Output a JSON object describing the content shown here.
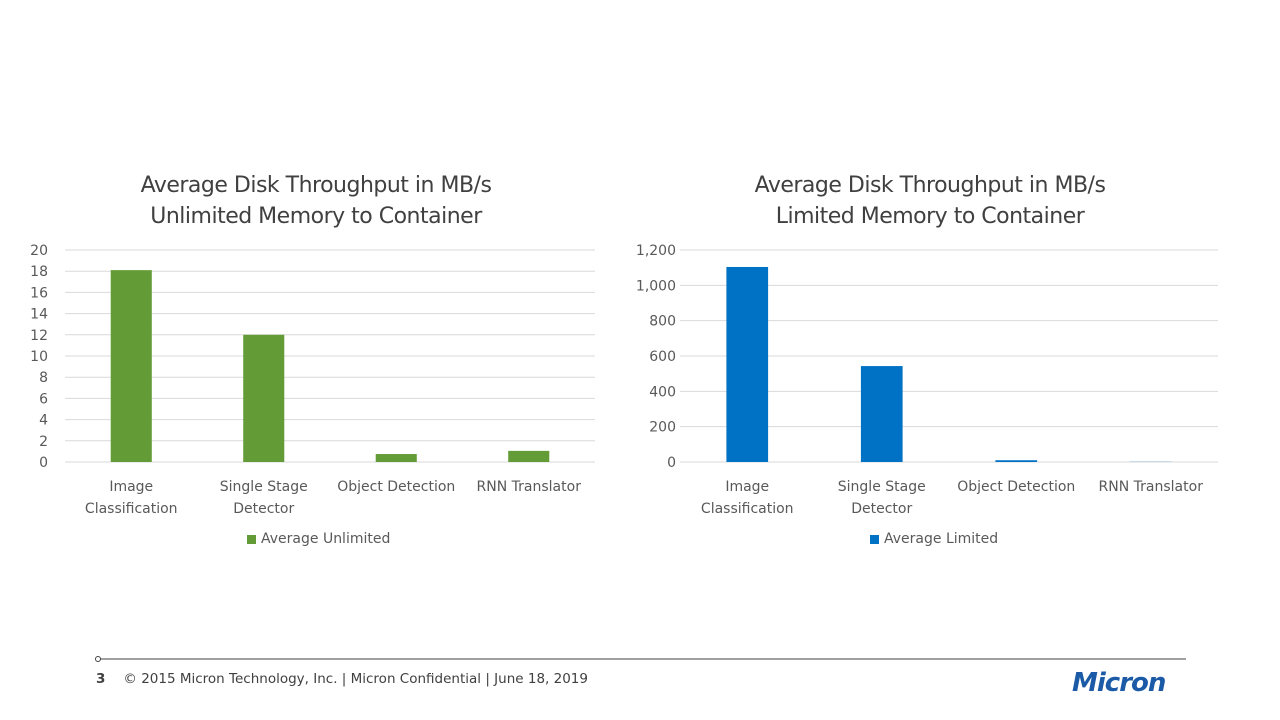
{
  "chart_data": [
    {
      "type": "bar",
      "title": "Average Disk Throughput in MB/s",
      "subtitle": "Unlimited Memory to Container",
      "categories": [
        "Image Classification",
        "Single Stage Detector",
        "Object Detection",
        "RNN Translator"
      ],
      "category_lines": [
        [
          "Image",
          "Classification"
        ],
        [
          "Single Stage",
          "Detector"
        ],
        [
          "Object Detection"
        ],
        [
          "RNN Translator"
        ]
      ],
      "series": [
        {
          "name": "Average Unlimited",
          "values": [
            18.1,
            12.0,
            0.75,
            1.05
          ]
        }
      ],
      "ylim": [
        0,
        20
      ],
      "yticks": [
        "0",
        "2",
        "4",
        "6",
        "8",
        "10",
        "12",
        "14",
        "16",
        "18",
        "20"
      ],
      "ytick_values": [
        0,
        2,
        4,
        6,
        8,
        10,
        12,
        14,
        16,
        18,
        20
      ],
      "grid": true,
      "legend": "bottom",
      "color": "#639C36"
    },
    {
      "type": "bar",
      "title": "Average Disk Throughput in MB/s",
      "subtitle": "Limited Memory to Container",
      "categories": [
        "Image Classification",
        "Single Stage Detector",
        "Object Detection",
        "RNN Translator"
      ],
      "category_lines": [
        [
          "Image",
          "Classification"
        ],
        [
          "Single Stage",
          "Detector"
        ],
        [
          "Object Detection"
        ],
        [
          "RNN Translator"
        ]
      ],
      "series": [
        {
          "name": "Average Limited",
          "values": [
            1104,
            543,
            10,
            1
          ]
        }
      ],
      "ylim": [
        0,
        1200
      ],
      "yticks": [
        "0",
        "200",
        "400",
        "600",
        "800",
        "1,000",
        "1,200"
      ],
      "ytick_values": [
        0,
        200,
        400,
        600,
        800,
        1000,
        1200
      ],
      "grid": true,
      "legend": "bottom",
      "color": "#0072C6"
    }
  ],
  "footer": {
    "page": "3",
    "text": "© 2015 Micron Technology, Inc.  |  Micron Confidential  |  June 18, 2019"
  },
  "logo": "Micron"
}
